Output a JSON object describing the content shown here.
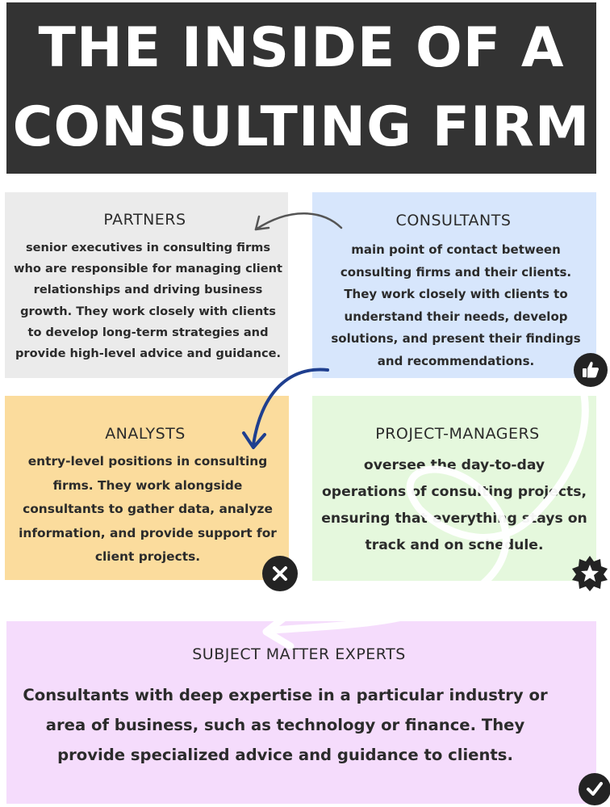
{
  "title": {
    "line1": "THE INSIDE OF A",
    "line2": "CONSULTING FIRM"
  },
  "cards": {
    "partners": {
      "heading": "PARTNERS",
      "body": "senior executives in consulting firms who are responsible for managing client relationships and driving business growth. They work closely with clients to develop long-term strategies and provide high-level advice and guidance.",
      "bg_color": "#ebebeb"
    },
    "consultants": {
      "heading": "CONSULTANTS",
      "body": "main point of contact between consulting firms and their clients. They work closely with clients to understand their needs, develop solutions, and present their findings and recommendations.",
      "bg_color": "#d7e6fc",
      "icon": "thumbs-up-icon"
    },
    "analysts": {
      "heading": "ANALYSTS",
      "body": "entry-level positions in consulting firms. They work alongside consultants to gather data, analyze information, and provide support for client projects.",
      "bg_color": "#fbdc9d",
      "icon": "close-icon"
    },
    "project_managers": {
      "heading": "PROJECT-MANAGERS",
      "body_lines": [
        "oversee the day-to-day",
        "operations of consulting projects,",
        "ensuring that everything stays on",
        "track and on schedule."
      ],
      "bg_color": "#e5f8dd",
      "icon": "star-badge-icon"
    },
    "subject_matter_experts": {
      "heading": "SUBJECT MATTER EXPERTS",
      "body": "Consultants with deep expertise in a particular industry or area of business, such as technology or finance. They provide specialized advice and guidance to clients.",
      "bg_color": "#f5dcfc",
      "icon": "checkmark-icon"
    }
  },
  "colors": {
    "title_bg": "#333333",
    "arrow_dark": "#555555",
    "arrow_blue": "#1f3f8f"
  }
}
